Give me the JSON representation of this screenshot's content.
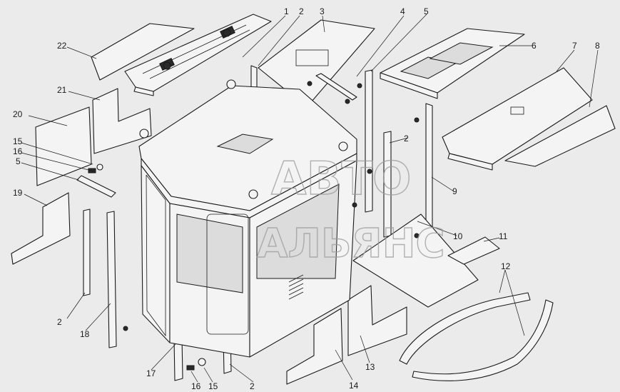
{
  "diagram": {
    "callouts": [
      {
        "id": "c1",
        "label": "1"
      },
      {
        "id": "c2a",
        "label": "2"
      },
      {
        "id": "c3",
        "label": "3"
      },
      {
        "id": "c4",
        "label": "4"
      },
      {
        "id": "c5a",
        "label": "5"
      },
      {
        "id": "c6",
        "label": "6"
      },
      {
        "id": "c7",
        "label": "7"
      },
      {
        "id": "c8",
        "label": "8"
      },
      {
        "id": "c9",
        "label": "9"
      },
      {
        "id": "c10",
        "label": "10"
      },
      {
        "id": "c11",
        "label": "11"
      },
      {
        "id": "c12",
        "label": "12"
      },
      {
        "id": "c13",
        "label": "13"
      },
      {
        "id": "c14",
        "label": "14"
      },
      {
        "id": "c15a",
        "label": "15"
      },
      {
        "id": "c16a",
        "label": "16"
      },
      {
        "id": "c5b",
        "label": "5"
      },
      {
        "id": "c19",
        "label": "19"
      },
      {
        "id": "c20",
        "label": "20"
      },
      {
        "id": "c21",
        "label": "21"
      },
      {
        "id": "c22",
        "label": "22"
      },
      {
        "id": "c2b",
        "label": "2"
      },
      {
        "id": "c2c",
        "label": "2"
      },
      {
        "id": "c18",
        "label": "18"
      },
      {
        "id": "c17",
        "label": "17"
      },
      {
        "id": "c16b",
        "label": "16"
      },
      {
        "id": "c15b",
        "label": "15"
      },
      {
        "id": "c2d",
        "label": "2"
      }
    ],
    "watermark": {
      "line1": "АВТО",
      "line2": "АЛЬЯНС"
    }
  }
}
